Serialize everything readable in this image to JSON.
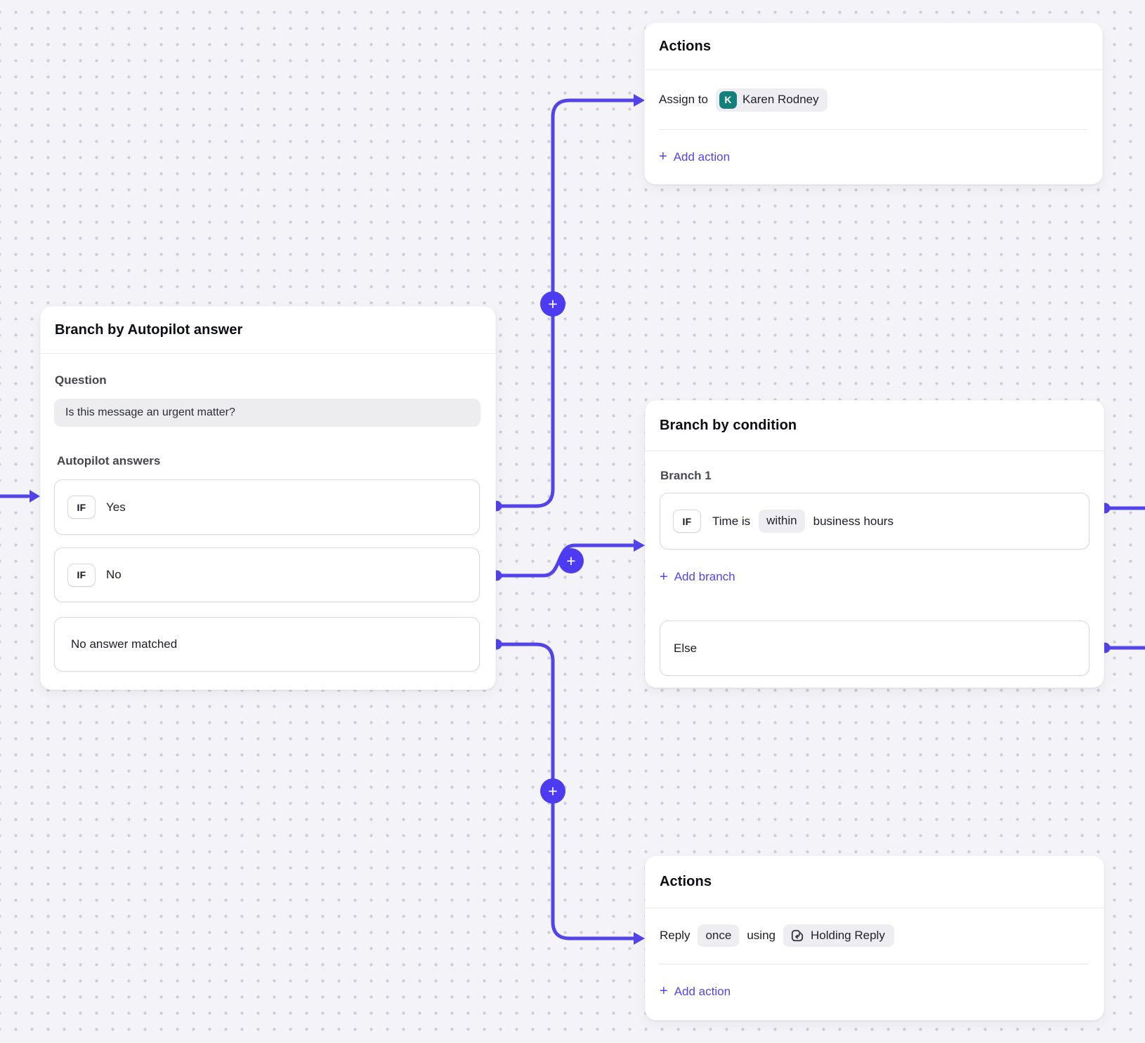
{
  "icons": {
    "plus": "+"
  },
  "autopilot_card": {
    "title": "Branch by Autopilot answer",
    "question_label": "Question",
    "question_value": "Is this message an urgent matter?",
    "answers_label": "Autopilot answers",
    "if_label": "IF",
    "answers": [
      {
        "label": "Yes"
      },
      {
        "label": "No"
      }
    ],
    "no_match_label": "No answer matched"
  },
  "assign_card": {
    "title": "Actions",
    "assign_label": "Assign to",
    "assignee_initial": "K",
    "assignee_name": "Karen Rodney",
    "add_action_label": "Add action"
  },
  "condition_card": {
    "title": "Branch by condition",
    "branch_label": "Branch 1",
    "if_label": "IF",
    "condition_pre": "Time is",
    "condition_operator": "within",
    "condition_post": "business hours",
    "add_branch_label": "Add branch",
    "else_label": "Else"
  },
  "reply_card": {
    "title": "Actions",
    "reply_label": "Reply",
    "reply_frequency": "once",
    "using_label": "using",
    "macro_name": "Holding Reply",
    "add_action_label": "Add action"
  },
  "colors": {
    "accent_purple": "#5244ec",
    "connector_purple": "#5243ea",
    "plus_node_purple": "#4c3bf0",
    "avatar_teal": "#13807b",
    "canvas_bg": "#f4f4f8"
  }
}
